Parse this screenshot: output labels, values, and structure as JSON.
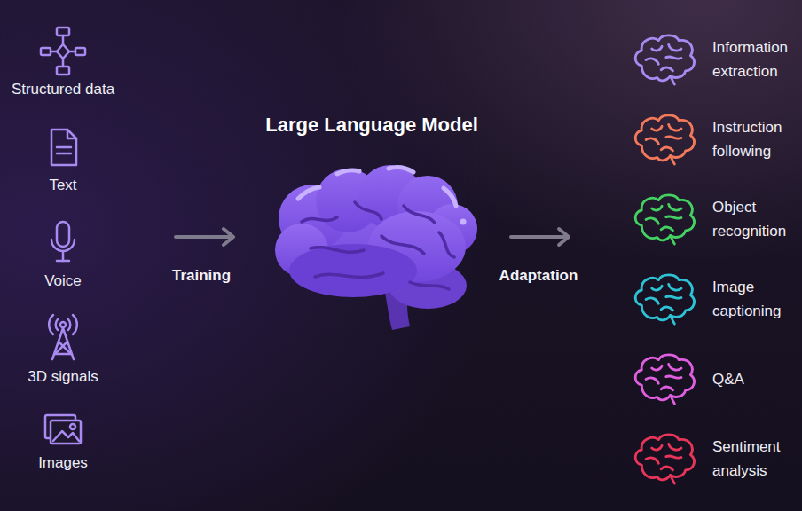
{
  "diagram": {
    "nodes": [
      {
        "text": [
          "Structured data"
        ]
      },
      {
        "text": [
          "Text"
        ]
      },
      {
        "text": [
          "Voice"
        ]
      },
      {
        "text": [
          "3D signals"
        ]
      },
      {
        "text": [
          "Images"
        ]
      },
      {
        "text": [
          "Large Language Model"
        ]
      },
      {
        "text": [
          "Information extraction"
        ]
      },
      {
        "text": [
          "Instruction following"
        ]
      },
      {
        "text": [
          "Object recognition"
        ]
      },
      {
        "text": [
          "Image captioning"
        ]
      },
      {
        "text": [
          "Q&A"
        ]
      },
      {
        "text": [
          "Sentiment analysis"
        ]
      }
    ],
    "labels": [
      "Training",
      "Adaptation"
    ]
  }
}
